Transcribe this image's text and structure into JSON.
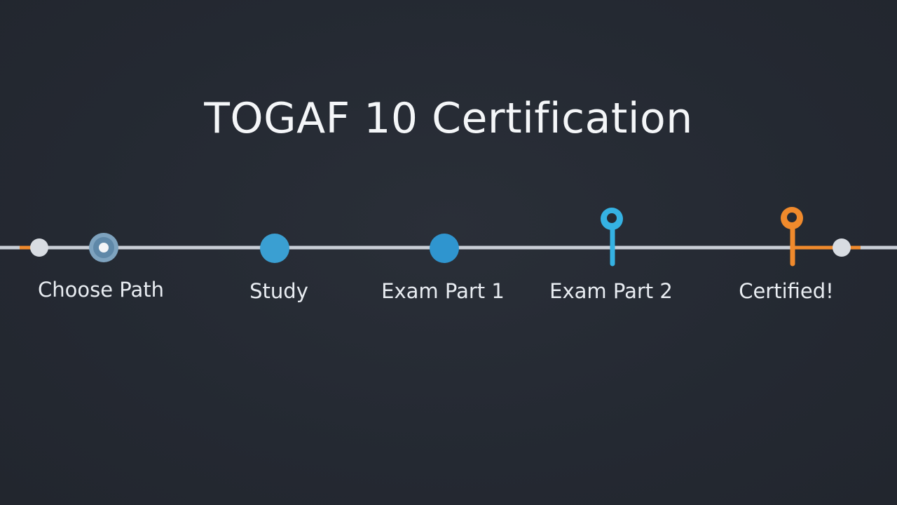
{
  "title": "TOGAF 10 Certification",
  "steps": [
    {
      "label": "Choose Path",
      "marker": "ring-dot"
    },
    {
      "label": "Study",
      "marker": "dot"
    },
    {
      "label": "Exam Part 1",
      "marker": "dot"
    },
    {
      "label": "Exam Part 2",
      "marker": "pin"
    },
    {
      "label": "Certified!",
      "marker": "pin"
    }
  ],
  "colors": {
    "background": "#252a33",
    "track": "#c9ced6",
    "progress": "#3aa6d8",
    "progress_dark": "#2f86bf",
    "accent_orange": "#f08a2c",
    "text": "#eef1f5",
    "start_marker": "#7ea3bf"
  }
}
